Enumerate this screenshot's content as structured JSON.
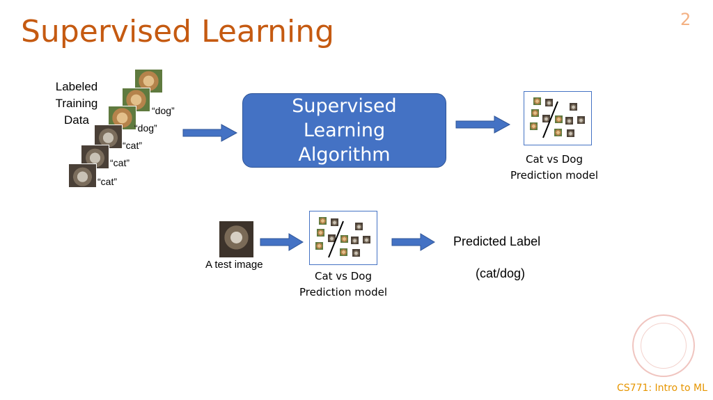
{
  "slide": {
    "title": "Supervised Learning",
    "page_number": "2",
    "footer": "CS771: Intro to ML"
  },
  "training": {
    "label_line1": "Labeled",
    "label_line2": "Training",
    "label_line3": "Data",
    "tags": [
      "“dog”",
      "“dog”",
      "“cat”",
      "“cat”",
      "“cat”"
    ]
  },
  "algorithm": {
    "line1": "Supervised",
    "line2": "Learning",
    "line3": "Algorithm"
  },
  "model_top": {
    "caption_line1": "Cat vs Dog",
    "caption_line2": "Prediction model"
  },
  "model_bottom": {
    "caption_line1": "Cat vs Dog",
    "caption_line2": "Prediction model"
  },
  "test": {
    "caption": "A test image"
  },
  "prediction": {
    "line1": "Predicted Label",
    "line2": "(cat/dog)"
  },
  "colors": {
    "title": "#c55a11",
    "accent_blue": "#4472c4",
    "footer": "#e69500"
  }
}
